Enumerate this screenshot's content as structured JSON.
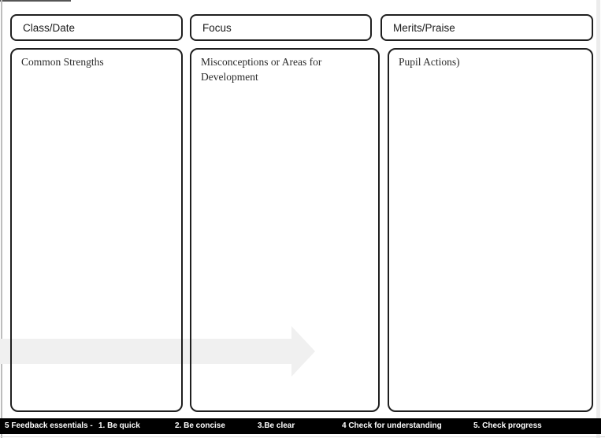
{
  "page": {
    "background": "#ffffff",
    "box_border_color": "#1f1f1f",
    "arrow_color": "#f0f0f0",
    "footer_bg": "#000000",
    "footer_text_color": "#ffffff"
  },
  "columns": [
    {
      "header": "Class/Date",
      "body": "Common Strengths"
    },
    {
      "header": "Focus",
      "body": "Misconceptions or Areas for\nDevelopment"
    },
    {
      "header": "Merits/Praise",
      "body": "Pupil Actions)"
    }
  ],
  "footer": {
    "items": [
      {
        "label": "5 Feedback essentials -"
      },
      {
        "label": "1. Be quick"
      },
      {
        "label": "2. Be concise"
      },
      {
        "label": "3.Be clear"
      },
      {
        "label": "4 Check for understanding"
      },
      {
        "label": "5. Check progress"
      }
    ]
  }
}
